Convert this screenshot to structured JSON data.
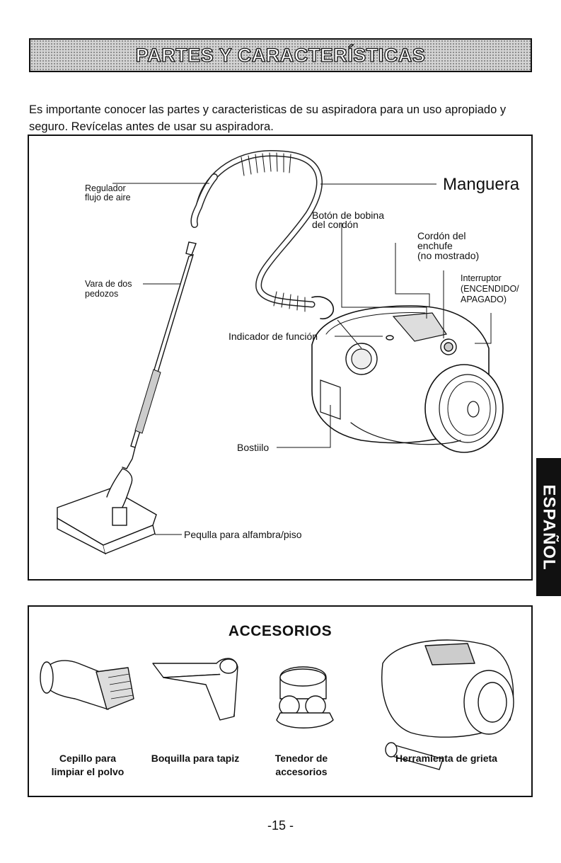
{
  "title": "PARTES Y CARACTERÍSTICAS",
  "intro": "Es importante conocer las partes y caracteristicas de su aspiradora para un uso apropiado y seguro. Revícelas antes de usar su aspiradora.",
  "parts": {
    "regulador_1": "Regulador",
    "regulador_2": "flujo de aire",
    "manguera": "Manguera",
    "boton_1": "Botón de bobina",
    "boton_2": "del cordón",
    "cordon_1": "Cordón del",
    "cordon_2": "enchufe",
    "cordon_3": "(no mostrado)",
    "vara_1": "Vara de dos",
    "vara_2": "pedozos",
    "interruptor_1": "Interruptor",
    "interruptor_2": "(ENCENDIDO/",
    "interruptor_3": "APAGADO)",
    "indicador": "Indicador de función",
    "bostiilo": "Bostiilo",
    "pequlla": "Pequlla para alfambra/piso"
  },
  "accessories": {
    "title": "ACCESORIOS",
    "items": [
      {
        "line1": "Cepillo para",
        "line2": "limpiar el polvo"
      },
      {
        "line1": "Boquilla para tapiz",
        "line2": ""
      },
      {
        "line1": "Tenedor de",
        "line2": "accesorios"
      },
      {
        "line1": "Herramienta de grieta",
        "line2": ""
      }
    ]
  },
  "side_tab": "ESPAÑOL",
  "page_number": "-15 -"
}
